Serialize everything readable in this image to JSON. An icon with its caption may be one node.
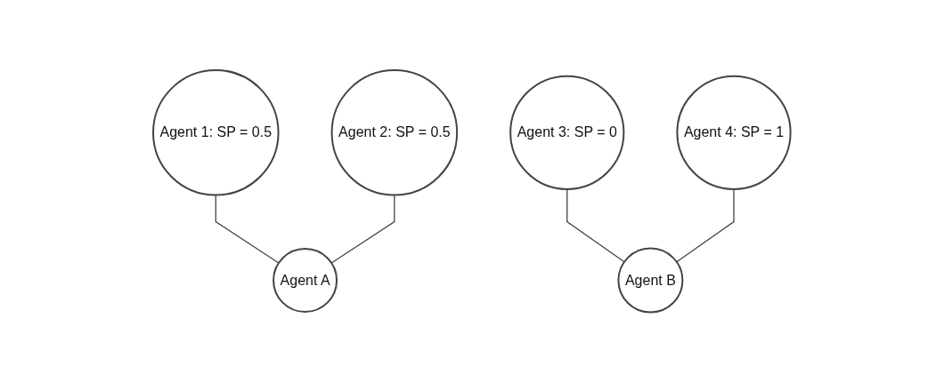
{
  "diagram": {
    "nodes": [
      {
        "text": [
          "Agent 1: SP = 0.5"
        ]
      },
      {
        "text": [
          "Agent 2: SP = 0.5"
        ]
      },
      {
        "text": [
          "Agent 3: SP = 0"
        ]
      },
      {
        "text": [
          "Agent 4: SP = 1"
        ]
      },
      {
        "text": [
          "Agent A"
        ]
      },
      {
        "text": [
          "Agent B"
        ]
      }
    ],
    "edges": [
      {
        "from": 0,
        "to": 4,
        "arrow": "none"
      },
      {
        "from": 1,
        "to": 4,
        "arrow": "none"
      },
      {
        "from": 2,
        "to": 5,
        "arrow": "none"
      },
      {
        "from": 3,
        "to": 5,
        "arrow": "none"
      }
    ]
  }
}
